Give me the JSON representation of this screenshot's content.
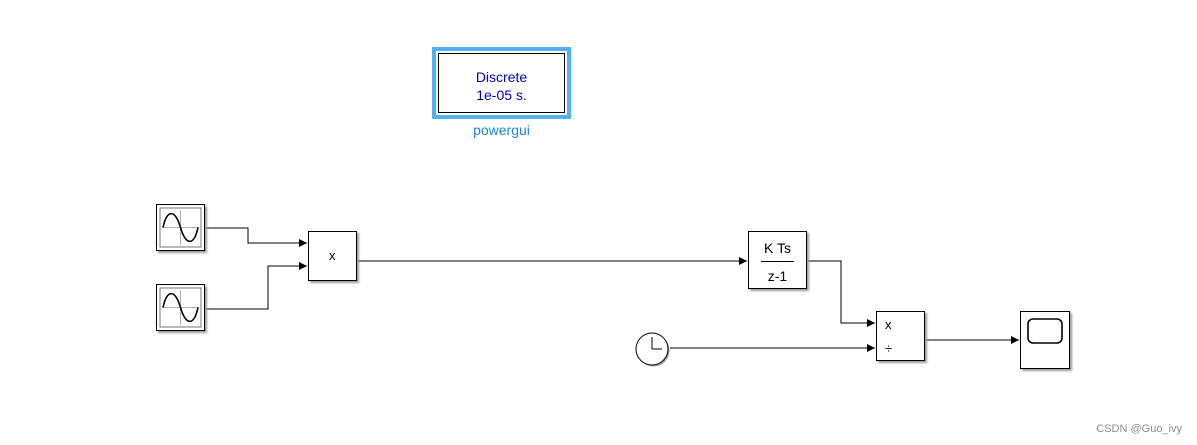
{
  "powergui": {
    "line1": "Discrete",
    "line2": "1e-05 s.",
    "caption": "powergui"
  },
  "blocks": {
    "product1": {
      "symbol": "x"
    },
    "integrator": {
      "numerator": "K Ts",
      "denominator": "z-1"
    },
    "divide": {
      "port1": "x",
      "port2": "÷"
    }
  },
  "icons": [
    "sine-wave-icon",
    "sine-wave-icon",
    "clock-icon",
    "scope-icon"
  ],
  "colors": {
    "highlight": "#52b2ef",
    "powergui_text": "#0000c8",
    "caption": "#1a86d6"
  },
  "watermark": "CSDN @Guo_ivy"
}
